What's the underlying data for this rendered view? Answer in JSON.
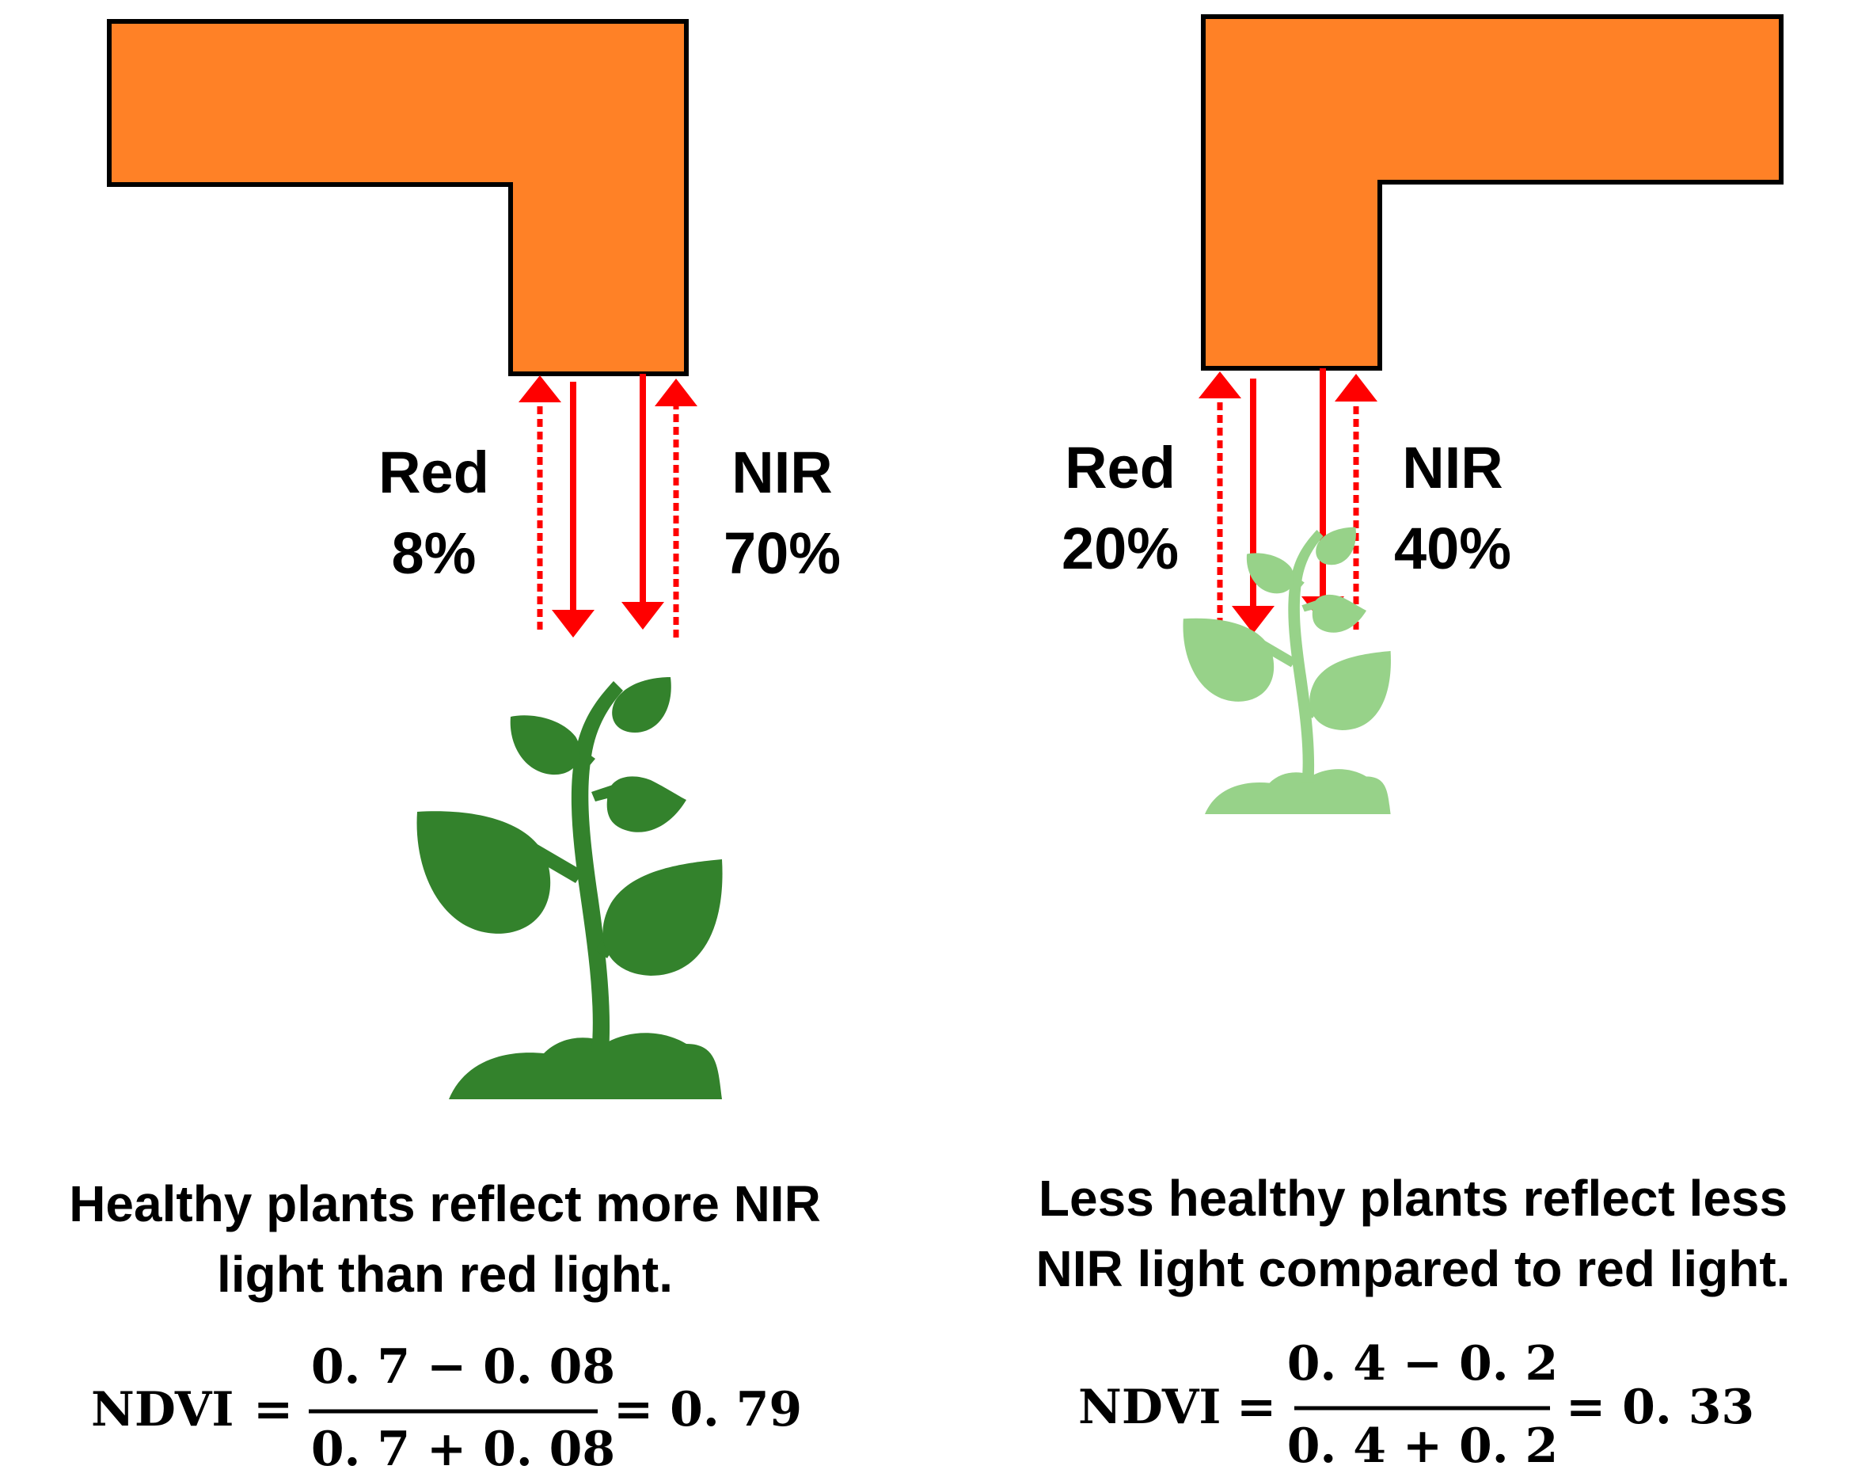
{
  "colors": {
    "sensor_fill": "#FF8126",
    "sensor_stroke": "#000000",
    "arrow": "#FF0000",
    "healthy_plant": "#33822C",
    "less_healthy_plant": "#97D289"
  },
  "panels": [
    {
      "id": "healthy",
      "red_label": "Red",
      "red_value": "8%",
      "nir_label": "NIR",
      "nir_value": "70%",
      "caption_line1": "Healthy plants reflect more NIR",
      "caption_line2": "light than red light.",
      "ndvi_label": "NDVI",
      "equals": "=",
      "numerator": "0. 7 − 0. 08",
      "denominator": "0. 7 + 0. 08",
      "result": "= 0. 79",
      "plant_icon": "seedling-icon"
    },
    {
      "id": "less-healthy",
      "red_label": "Red",
      "red_value": "20%",
      "nir_label": "NIR",
      "nir_value": "40%",
      "caption_line1": "Less healthy plants reflect less",
      "caption_line2": "NIR light compared to red light.",
      "ndvi_label": "NDVI",
      "equals": "=",
      "numerator": "0. 4 − 0. 2",
      "denominator": "0. 4 + 0. 2",
      "result": "= 0. 33",
      "plant_icon": "seedling-icon"
    }
  ]
}
